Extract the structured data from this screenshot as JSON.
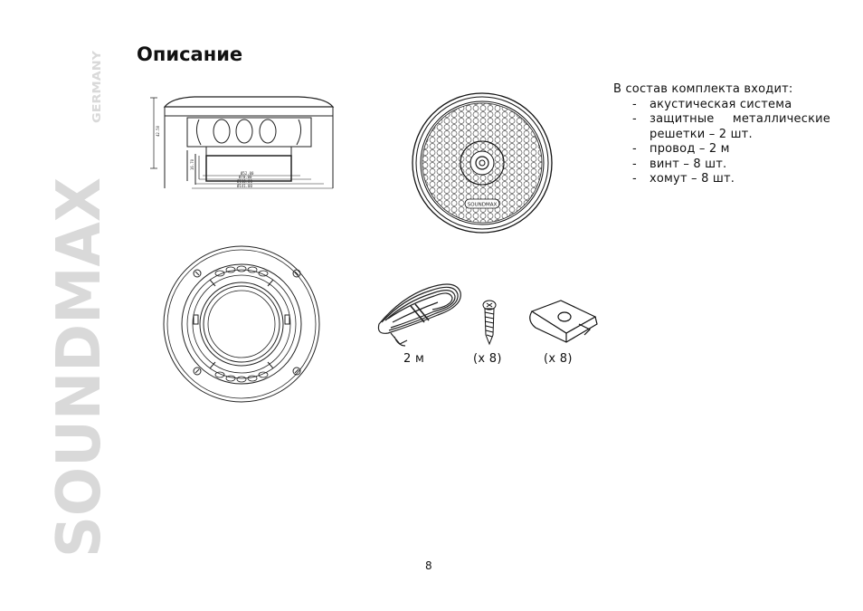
{
  "brand": {
    "logo": "SOUNDMAX",
    "country": "GERMANY",
    "color": "#d9d9d9"
  },
  "title": "Описание",
  "kit": {
    "heading": "В состав комплекта входит:",
    "bullet": "-",
    "items": [
      "акустическая система",
      "защитные  металлические решетки – 2 шт.",
      "провод – 2 м",
      "винт – 8 шт.",
      "хомут – 8 шт."
    ]
  },
  "figures": {
    "grille_badge": "SOUNDMAX",
    "captions": {
      "wire": "2 м",
      "screw": "(x 8)",
      "clip": "(x 8)"
    }
  },
  "page_number": "8"
}
